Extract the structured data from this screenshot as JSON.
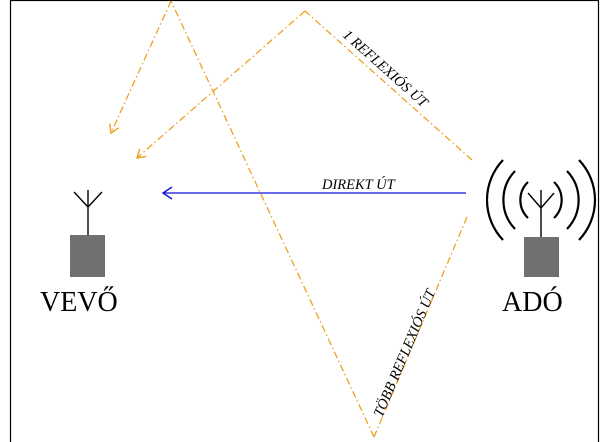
{
  "labels": {
    "receiver": "VEVŐ",
    "transmitter": "ADÓ",
    "direct_path": "DIREKT ÚT",
    "single_reflection_path": "1 REFLEXIÓS ÚT",
    "multi_reflection_path": "TÖBB REFLEXIÓS ÚT"
  },
  "colors": {
    "frame": "#000000",
    "direct": "#1010e0",
    "reflection": "#f0a020",
    "antenna_body": "#707070",
    "antenna_mast": "#000000"
  },
  "icons": {
    "receiver": "antenna-icon",
    "transmitter": "radiating-antenna-icon"
  }
}
